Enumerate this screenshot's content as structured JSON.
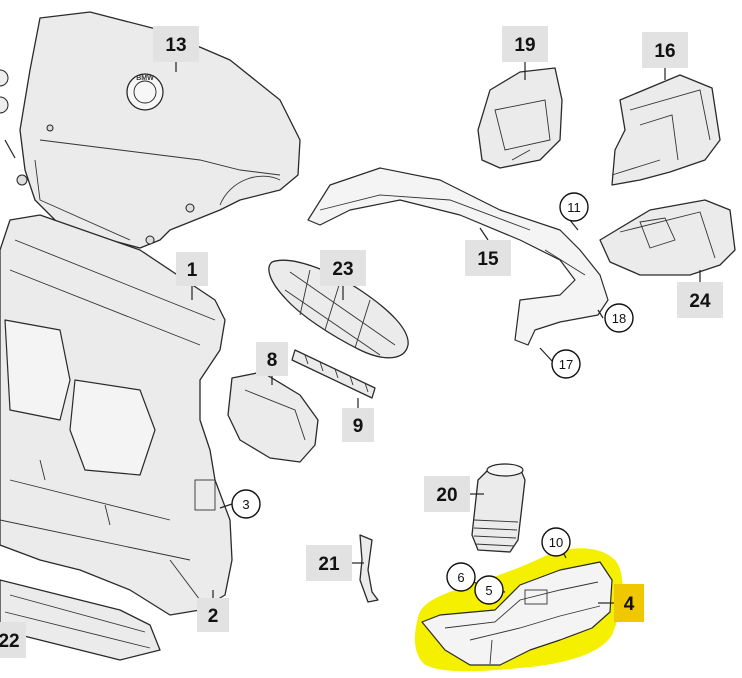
{
  "diagram": {
    "highlight_color": "#f5ef00",
    "highlight_label_color": "#f0c800",
    "badge_color": "#e2e2e2",
    "boxed_labels": [
      {
        "id": "13",
        "text": "13"
      },
      {
        "id": "19",
        "text": "19"
      },
      {
        "id": "16",
        "text": "16"
      },
      {
        "id": "1",
        "text": "1"
      },
      {
        "id": "23",
        "text": "23"
      },
      {
        "id": "15",
        "text": "15"
      },
      {
        "id": "24",
        "text": "24"
      },
      {
        "id": "8",
        "text": "8"
      },
      {
        "id": "9",
        "text": "9"
      },
      {
        "id": "20",
        "text": "20"
      },
      {
        "id": "21",
        "text": "21"
      },
      {
        "id": "2",
        "text": "2"
      },
      {
        "id": "22",
        "text": "22"
      },
      {
        "id": "4",
        "text": "4"
      }
    ],
    "circle_labels": [
      {
        "id": "11",
        "text": "11"
      },
      {
        "id": "18",
        "text": "18"
      },
      {
        "id": "17",
        "text": "17"
      },
      {
        "id": "3",
        "text": "3"
      },
      {
        "id": "10",
        "text": "10"
      },
      {
        "id": "6",
        "text": "6"
      },
      {
        "id": "5",
        "text": "5"
      }
    ],
    "emblem_text": "BMW"
  }
}
